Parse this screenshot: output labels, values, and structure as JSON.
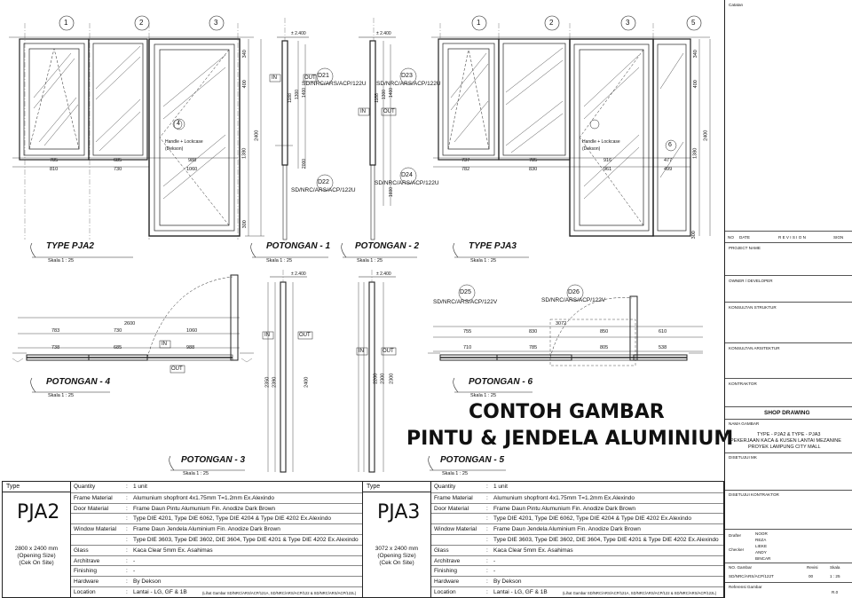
{
  "drawing": {
    "titles": {
      "type_pja2": "TYPE PJA2",
      "type_pja3": "TYPE PJA3",
      "pot1": "POTONGAN - 1",
      "pot2": "POTONGAN - 2",
      "pot3": "POTONGAN - 3",
      "pot4": "POTONGAN - 4",
      "pot5": "POTONGAN - 5",
      "pot6": "POTONGAN - 6"
    },
    "scale_label": "Skala   1 :  25",
    "grid_labels": [
      "1",
      "2",
      "3",
      "1",
      "2",
      "3",
      "5"
    ],
    "detail_tags": {
      "d21": "D21",
      "d22": "D22",
      "d23": "D23",
      "d24": "D24",
      "d25": "D25",
      "d26": "D26",
      "ref_u": "SD/NRC/ARS/ACP/122U",
      "ref_v": "SD/NRC/ARS/ACP/122V"
    },
    "callouts": {
      "c4": "4",
      "c6": "6"
    },
    "handle_note_1": "Handle + Lockcase",
    "handle_note_2": "(Dekson)",
    "in_label": "IN",
    "out_label": "OUT",
    "level_mark": "± 2.400",
    "heading_line1": "CONTOH GAMBAR",
    "heading_line2": "PINTU & JENDELA ALUMINIUM",
    "dims": {
      "pja2_top_1": "785",
      "pja2_top_2": "685",
      "pja2_top_3": "988",
      "pja2_bot_1": "810",
      "pja2_bot_2": "730",
      "pja2_bot_3": "1060",
      "pja2_v_1": "340",
      "pja2_v_2": "400",
      "pja2_v_3": "1380",
      "pja2_v_4": "2400",
      "pja2_v_5": "300",
      "pja3_top_1": "737",
      "pja3_top_2": "785",
      "pja3_top_3": "916",
      "pja3_top_4": "477",
      "pja3_bot_1": "782",
      "pja3_bot_2": "830",
      "pja3_bot_3": "961",
      "pja3_bot_4": "499",
      "pja3_v_1": "340",
      "pja3_v_2": "400",
      "pja3_v_3": "1380",
      "pja3_v_4": "2400",
      "pja3_v_5": "300",
      "p1_1": "1188",
      "p1_2": "1300",
      "p1_3": "1400",
      "p1_4": "2000",
      "p2_1": "1188",
      "p2_2": "1300",
      "p2_3": "1400",
      "p2_4": "1600",
      "p3_1": "2350",
      "p3_2": "2390",
      "p3_3": "2400",
      "p5_1": "2200",
      "p5_2": "2300",
      "p5_3": "2300",
      "p4_total": "2600",
      "p4_a_1": "783",
      "p4_a_2": "730",
      "p4_a_3": "1060",
      "p4_b_1": "738",
      "p4_b_2": "685",
      "p4_b_3": "988",
      "p6_total": "3072",
      "p6_a_1": "755",
      "p6_a_2": "830",
      "p6_a_3": "850",
      "p6_a_4": "610",
      "p6_b_1": "710",
      "p6_b_2": "785",
      "p6_b_3": "805",
      "p6_b_4": "538"
    }
  },
  "spec_left": {
    "type_header": "Type",
    "code": "PJA2",
    "size_1": "2800 x  2400 mm",
    "size_2": "(Opening Size)",
    "size_3": "(Cek On Site)",
    "rows": [
      {
        "label": "Quantity",
        "value": "1 unit"
      },
      {
        "label": "Frame Material",
        "value": "Alumunium shopfront 4x1.75mm T=1.2mm  Ex.Alexindo"
      },
      {
        "label": "Door Material",
        "value": "Frame Daun Pintu Alumunium  Fin. Anodize Dark Brown"
      },
      {
        "label": "",
        "value": "Type DIE 4201, Type DIE 6062, Type DIE 4204 & Type DIE 4202  Ex.Alexindo"
      },
      {
        "label": "Window Material",
        "value": "Frame Daun Jendela Aluminium Fin. Anodize Dark Brown"
      },
      {
        "label": "",
        "value": "Type DIE 3603, Type DIE 3602, DIE 3604, Type DIE 4201 & Type DIE 4202   Ex.Alexindo"
      },
      {
        "label": "Glass",
        "value": "Kaca Clear  5mm Ex. Asahimas"
      },
      {
        "label": "Architrave",
        "value": "-"
      },
      {
        "label": "Finishing",
        "value": "-"
      },
      {
        "label": "Hardware",
        "value": "By Dekson"
      },
      {
        "label": "Location",
        "value": "Lantai - LG, GF & 1B",
        "note": "(Lihat Gambar SD/NRC/ARS/ACP/121A, SD/NRC/ARS/ACP/122 & SD/NRC/ARS/ACP/122L)"
      }
    ]
  },
  "spec_right": {
    "type_header": "Type",
    "code": "PJA3",
    "size_1": "3072 x  2400 mm",
    "size_2": "(Opening Size)",
    "size_3": "(Cek On Site)",
    "rows": [
      {
        "label": "Quantity",
        "value": "1 unit"
      },
      {
        "label": "Frame Material",
        "value": "Alumunium shopfront 4x1.75mm T=1.2mm  Ex.Alexindo"
      },
      {
        "label": "Door Material",
        "value": "Frame Daun Pintu Alumunium  Fin. Anodize Dark Brown"
      },
      {
        "label": "",
        "value": "Type DIE 4201, Type DIE 6062, Type DIE 4204 & Type DIE 4202  Ex.Alexindo"
      },
      {
        "label": "Window Material",
        "value": "Frame Daun Jendela Aluminium Fin. Anodize Dark Brown"
      },
      {
        "label": "",
        "value": "Type DIE 3603, Type DIE 3602, DIE 3604, Type DIE 4201 & Type DIE 4202   Ex.Alexindo"
      },
      {
        "label": "Glass",
        "value": "Kaca Clear  5mm Ex. Asahimas"
      },
      {
        "label": "Architrave",
        "value": "-"
      },
      {
        "label": "Finishing",
        "value": "-"
      },
      {
        "label": "Hardware",
        "value": "By Dekson"
      },
      {
        "label": "Location",
        "value": "Lantai - LG, GF & 1B",
        "note": "(Lihat Gambar SD/NRC/ARS/ACP/121A, SD/NRC/ARS/ACP/122 & SD/NRC/ARS/ACP/122L)"
      }
    ]
  },
  "title_block": {
    "catatan": "Catatan",
    "no": "NO",
    "date": "DATE",
    "revisi": "R E V I S I O N",
    "sign": "SIGN",
    "project_name": "PROJECT  NAME",
    "owner": "OWNER  /  DEVELOPER",
    "konsultan_struktur": "KONSULTAN  STRUKTUR",
    "konsultan_arsitektur": "KONSULTAN  ARSITEKTUR",
    "kontraktor": "KONTRAKTOR",
    "sheet_type": "SHOP DRAWING",
    "nama_gambar": "NAMA  GAMBAR",
    "gambar_line1": "TYPE - PJA2 & TYPE - PJA3",
    "gambar_line2": "PEKERJAAN KACA & KUSEN LANTAI MEZANINE",
    "gambar_line3": "PROYEK LAMPUNG CITY MALL",
    "disetujui_mk": "DISETUJUI  MK",
    "disetujui_kontraktor": "DISETUJUI  KONTRAKTOR",
    "drafter": "Drafter",
    "checker": "Checker",
    "names": [
      "NOOR",
      "REZA",
      "LIEKE",
      "ANDY",
      "BINCAR"
    ],
    "no_gambar": "NO. Gambar",
    "revisi_label": "Revisi",
    "skala_label": "Skala",
    "no_gambar_val": "SD/NRC/ARS/ACP/122T",
    "revisi_val": "00",
    "skala_val": "1 : 25",
    "referensi": "Referensi Gambar",
    "rev_code": "R.0"
  }
}
